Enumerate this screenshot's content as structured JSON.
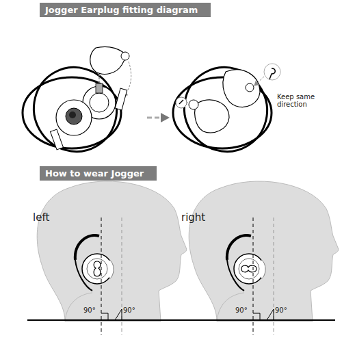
{
  "diagram": {
    "nodes": [
      {
        "text": [
          "Jogger Earplug fitting diagram"
        ]
      },
      {
        "text": [
          "How to wear Jogger"
        ]
      }
    ],
    "labels": [
      "Keep same direction",
      "left",
      "right",
      "90°",
      "90°",
      "90°",
      "90°"
    ]
  }
}
